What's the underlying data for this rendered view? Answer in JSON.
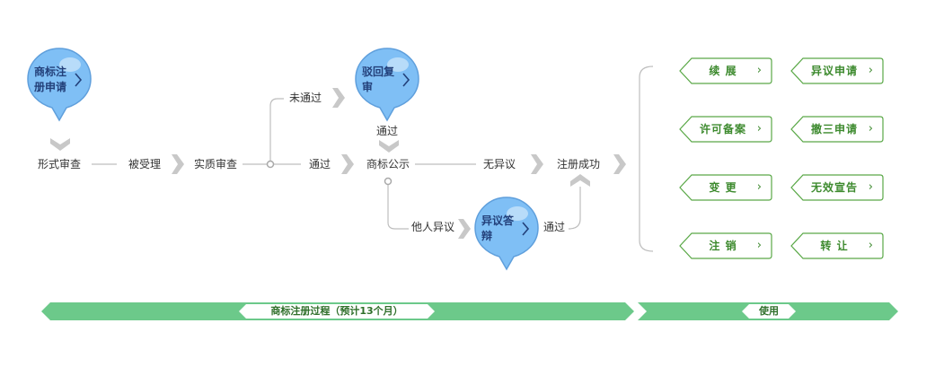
{
  "flow": {
    "formal_review": "形式审查",
    "accepted": "被受理",
    "substantive_review": "实质审查",
    "not_passed": "未通过",
    "passed_1": "通过",
    "passed_2": "通过",
    "passed_3": "通过",
    "announcement": "商标公示",
    "no_objection": "无异议",
    "registered": "注册成功",
    "others_objection": "他人异议"
  },
  "pins": {
    "apply": "商标注册申请",
    "review": "驳回复审",
    "reply": "异议答辩"
  },
  "services": [
    {
      "label": "续 展"
    },
    {
      "label": "异议申请"
    },
    {
      "label": "许可备案"
    },
    {
      "label": "撤三申请"
    },
    {
      "label": "变 更"
    },
    {
      "label": "无效宣告"
    },
    {
      "label": "注 销"
    },
    {
      "label": "转 让"
    }
  ],
  "bottom_bar": {
    "process_label": "商标注册过程（预计13个月）",
    "use_label": "使用"
  },
  "colors": {
    "pin_blue": "#7fbff5",
    "tag_green": "#5aa847",
    "bar_green": "#6cc98a",
    "chevron_grey": "#c8c8c8"
  }
}
